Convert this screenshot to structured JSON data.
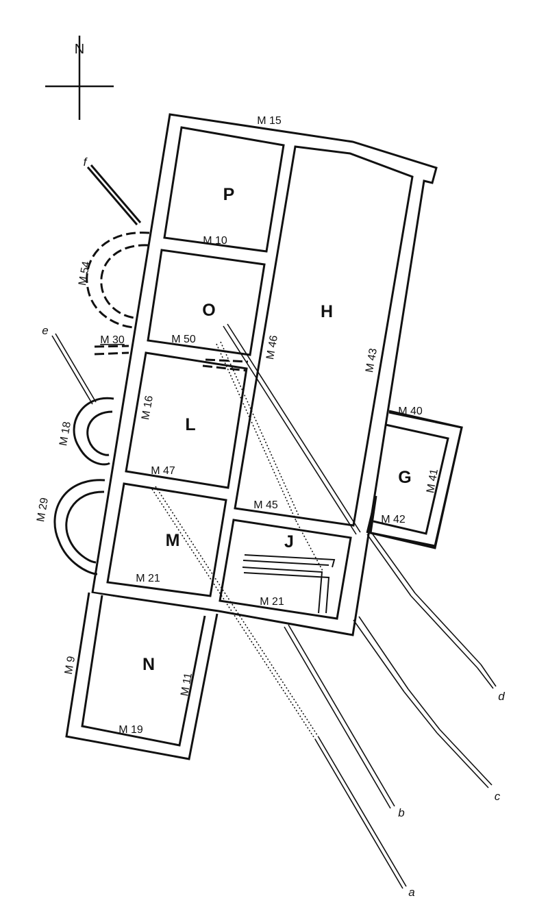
{
  "north": "N",
  "rooms": {
    "P": "P",
    "O": "O",
    "H": "H",
    "L": "L",
    "G": "G",
    "M": "M",
    "J": "J",
    "N": "N"
  },
  "walls": {
    "M15": "M 15",
    "M10": "M 10",
    "M54": "M 54",
    "M30": "M 30",
    "M50": "M 50",
    "M46": "M 46",
    "M43": "M 43",
    "M40": "M 40",
    "M18": "M 18",
    "M16": "M 16",
    "M47": "M 47",
    "M41": "M 41",
    "M29": "M 29",
    "M45": "M 45",
    "M42": "M 42",
    "M21a": "M 21",
    "M21b": "M 21",
    "M9": "M 9",
    "M11": "M 11",
    "M19": "M 19"
  },
  "trenches": {
    "a": "a",
    "b": "b",
    "c": "c",
    "d": "d",
    "e": "e",
    "f": "f"
  }
}
